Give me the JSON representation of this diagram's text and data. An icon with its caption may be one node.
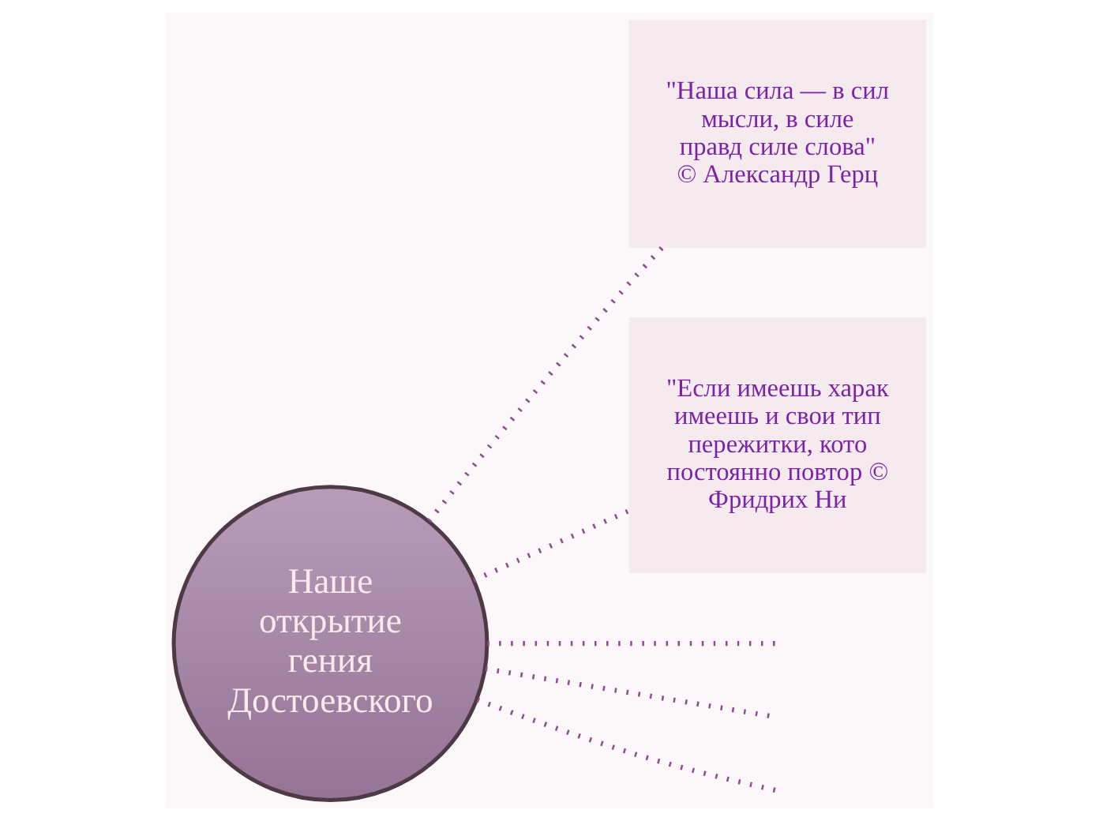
{
  "diagram": {
    "nodes": [
      {
        "text": [
          "Наше открытие гения Достоевского"
        ]
      },
      {
        "text": [
          "\"Наша сила — в сил мысли, в силе правд силе слова\" © Александр Герц"
        ]
      },
      {
        "text": [
          "\"Если имеешь харак имеешь и свои тип пережитки, кото постоянно повтор © Фридрих Ни"
        ]
      }
    ],
    "edges": [
      {
        "from": 0,
        "to": null,
        "arrow": "none"
      },
      {
        "from": 0,
        "to": 1,
        "arrow": "none"
      },
      {
        "from": 0,
        "to": 2,
        "arrow": "none"
      },
      {
        "from": 0,
        "to": null,
        "arrow": "none"
      },
      {
        "from": 0,
        "to": null,
        "arrow": "none"
      }
    ]
  }
}
